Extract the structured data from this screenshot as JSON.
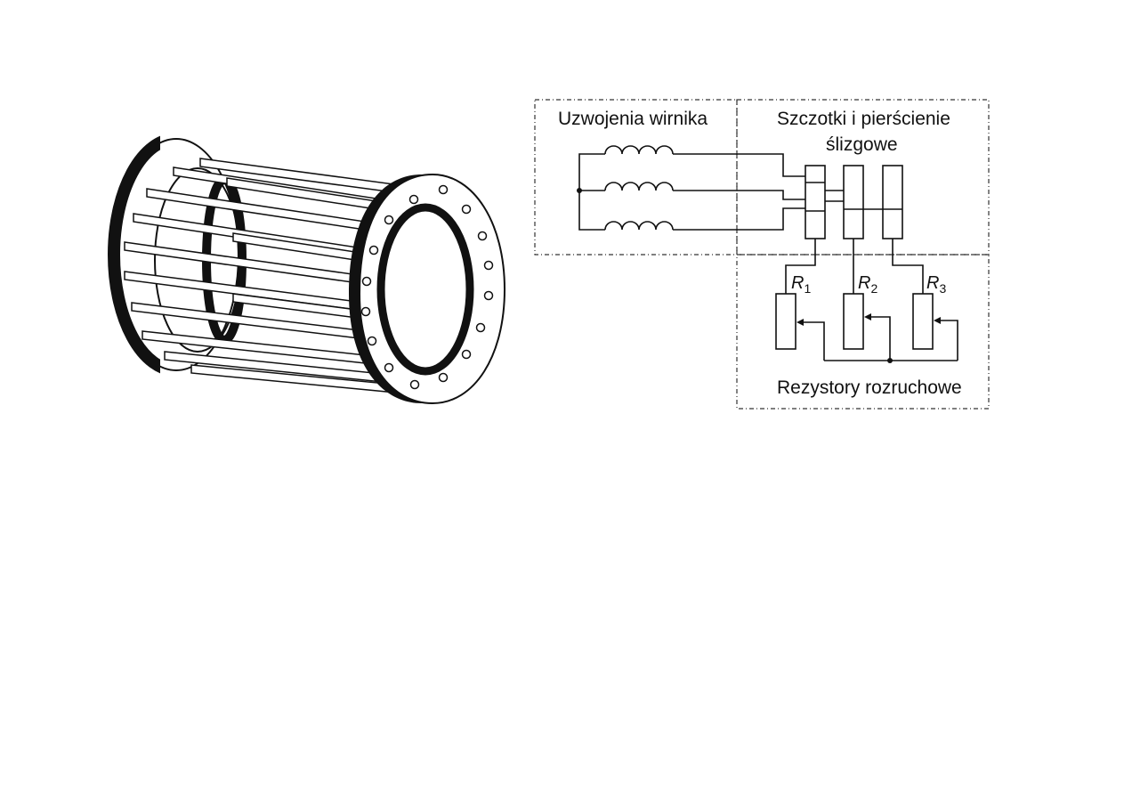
{
  "figure": {
    "illustration": "squirrel-cage-rotor",
    "schematic": {
      "rotor_windings_label": "Uzwojenia wirnika",
      "brushes_label_line1": "Szczotki i pierścienie",
      "brushes_label_line2": "ślizgowe",
      "starting_resistors_label": "Rezystory rozruchowe",
      "resistors": [
        {
          "symbol": "R",
          "index": "1"
        },
        {
          "symbol": "R",
          "index": "2"
        },
        {
          "symbol": "R",
          "index": "3"
        }
      ]
    }
  }
}
